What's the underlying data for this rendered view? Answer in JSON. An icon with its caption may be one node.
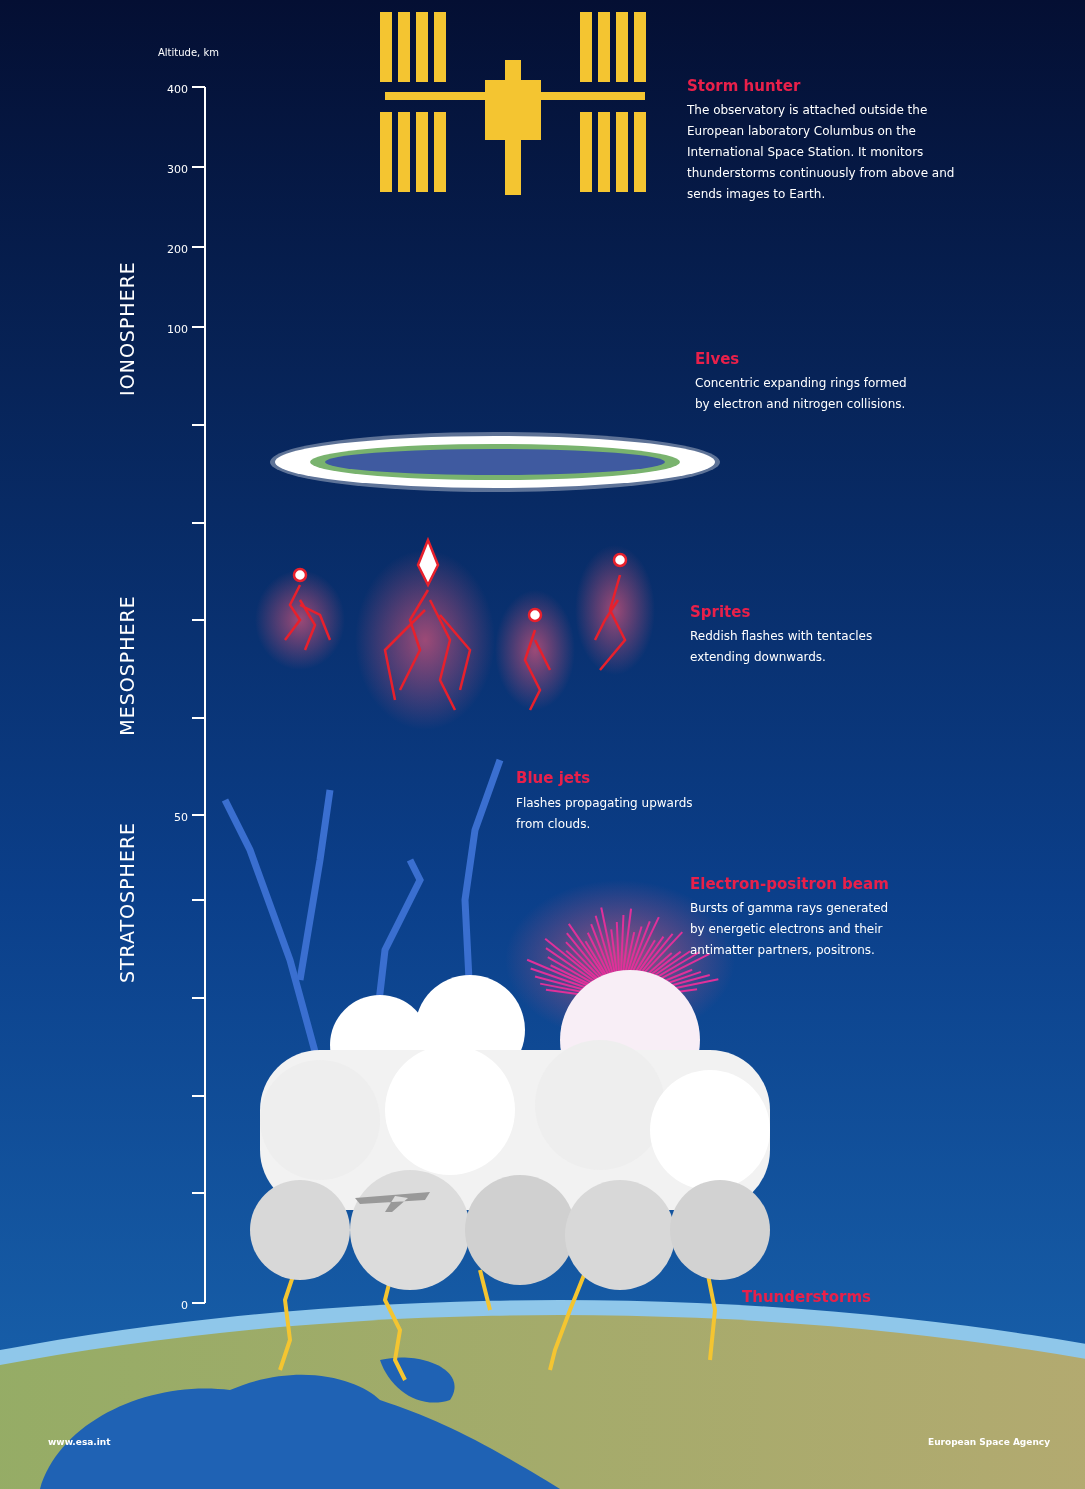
{
  "diagram": {
    "labels": [
      "Altitude, km",
      "400",
      "Storm hunter",
      "The observatory is attached outside the European laboratory Columbus on the International Space Station. It monitors thunderstorms continuously from above and sends images to Earth.",
      "300",
      "200",
      "100",
      "IONOSPHERE",
      "Elves",
      "Concentric expanding rings formed by electron and nitrogen collisions.",
      "Sprites",
      "Reddish flashes with tentacles extending downwards.",
      "MESOSPHERE",
      "Blue jets",
      "Flashes propagating upwards from clouds.",
      "50",
      "STRATOSPHERE",
      "Electron-positron beam",
      "Bursts of gamma rays generated by energetic electrons and their antimatter partners, positrons.",
      "0",
      "Thunderstorms",
      "www.esa.int",
      "European Space Agency"
    ]
  }
}
